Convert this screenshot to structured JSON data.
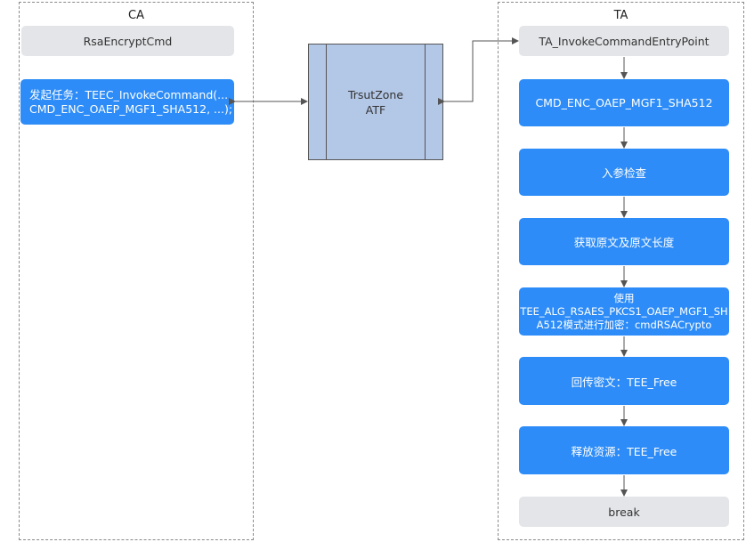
{
  "lanes": {
    "ca": {
      "title": "CA"
    },
    "ta": {
      "title": "TA"
    }
  },
  "ca": {
    "cmd": "RsaEncryptCmd",
    "invoke_line1": "发起任务：TEEC_InvokeCommand(...",
    "invoke_line2": "CMD_ENC_OAEP_MGF1_SHA512, ...);"
  },
  "trustzone": {
    "line1": "TrsutZone",
    "line2": "ATF"
  },
  "ta": {
    "entry": "TA_InvokeCommandEntryPoint",
    "steps": {
      "cmd": "CMD_ENC_OAEP_MGF1_SHA512",
      "param_check": "入参检查",
      "get_plain": "获取原文及原文长度",
      "use_line1": "使用",
      "use_line2": "TEE_ALG_RSAES_PKCS1_OAEP_MGF1_SH",
      "use_line3": "A512模式进行加密：cmdRSACrypto",
      "return_cipher": "回传密文：TEE_Free",
      "release": "释放资源：TEE_Free",
      "end": "break"
    }
  }
}
